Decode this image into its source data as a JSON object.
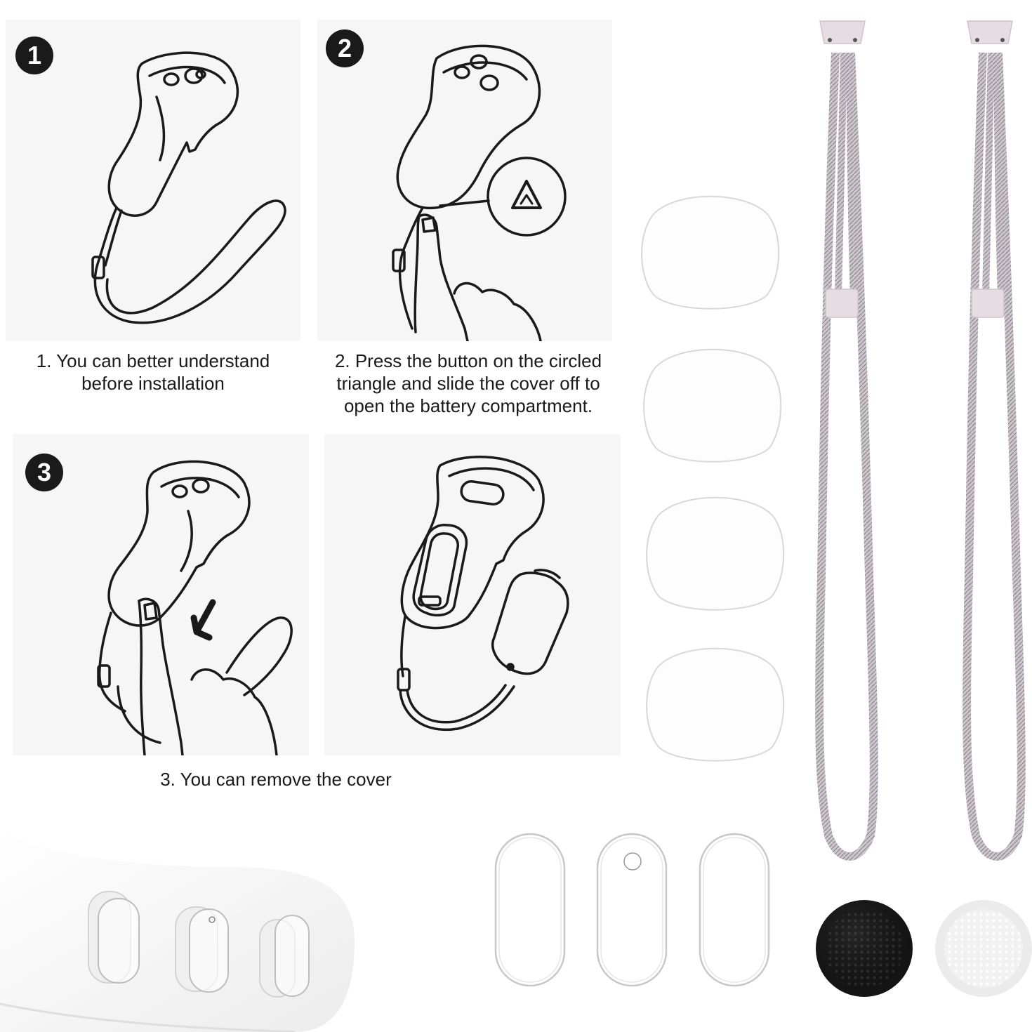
{
  "steps": [
    {
      "number": "1",
      "caption_lines": [
        "1. You can better understand",
        "before installation"
      ]
    },
    {
      "number": "2",
      "caption_lines": [
        "2. Press the button on the circled",
        "triangle and slide the cover off to",
        "open the battery compartment."
      ]
    },
    {
      "number": "3",
      "caption_lines": [
        "3. You can remove the cover"
      ]
    }
  ],
  "products": {
    "round_films_count": 4,
    "capsule_films_count": 3,
    "lanyards_count": 2,
    "thumbstick_caps": [
      {
        "name": "black-cap",
        "color": "#141414"
      },
      {
        "name": "white-cap",
        "color": "#f1f1f1"
      }
    ],
    "lanyard_color": "#c9c2c9",
    "lanyard_clip_color": "#e6dde3"
  }
}
